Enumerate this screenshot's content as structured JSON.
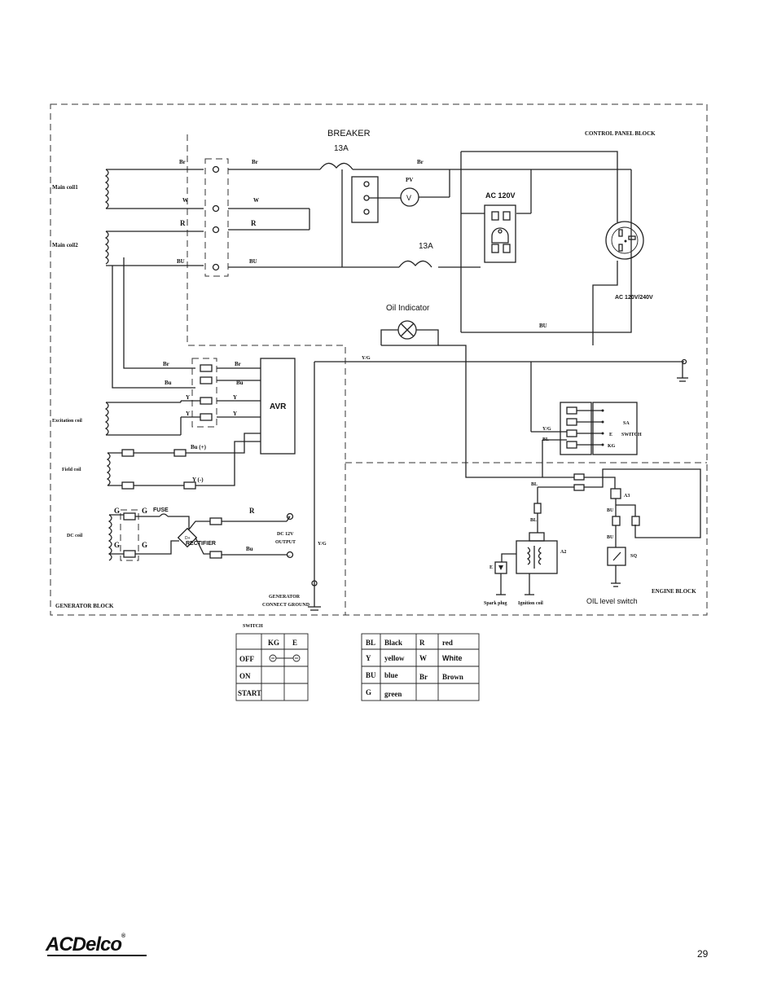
{
  "diagram": {
    "blocks": {
      "control_panel": "CONTROL PANEL BLOCK",
      "generator": "GENERATOR BLOCK",
      "engine": "ENGINE BLOCK"
    },
    "coils": {
      "main1": "Main coil1",
      "main2": "Main coil2",
      "excitation": "Excitation coil",
      "field": "Field coil",
      "dc": "DC coil"
    },
    "components": {
      "breaker": "BREAKER",
      "breaker_rating": "13A",
      "breaker2_rating": "13A",
      "pv": "PV",
      "voltmeter": "V",
      "ac120": "AC 120V",
      "ac120_240": "AC 120V/240V",
      "oil_indicator": "Oil Indicator",
      "avr": "AVR",
      "fuse": "FUSE",
      "rectifier": "RECTIFIER",
      "dc_output_1": "DC 12V",
      "dc_output_2": "OUTPUT",
      "generator_ground_1": "GENERATOR",
      "generator_ground_2": "CONNECT GROUND",
      "switch_sa": "SA",
      "switch_word": "SWITCH",
      "switch_e": "E",
      "switch_kg": "KG",
      "a3": "A3",
      "a2": "A2",
      "sq": "SQ",
      "spark_plug": "Spark plug",
      "ignition_coil": "Ignition coil",
      "oil_level_switch": "OIL level switch",
      "e_mark": "E"
    },
    "wires": {
      "br": "Br",
      "w": "W",
      "r": "R",
      "bu": "BU",
      "bu_lower": "Bu",
      "y": "Y",
      "g": "G",
      "yg": "Y/G",
      "bl": "BL",
      "bu_plus": "Bu (+)",
      "y_minus": "Y (-)",
      "plus": "+",
      "minus": "−"
    }
  },
  "switch_table": {
    "title": "SWITCH",
    "headers": [
      "",
      "KG",
      "E"
    ],
    "rows": [
      "OFF",
      "ON",
      "START"
    ]
  },
  "color_table": {
    "rows": [
      [
        "BL",
        "Black",
        "R",
        "red"
      ],
      [
        "Y",
        "yellow",
        "W",
        "White"
      ],
      [
        "BU",
        "blue",
        "Br",
        "Brown"
      ],
      [
        "G",
        "green",
        "",
        ""
      ]
    ]
  },
  "footer": {
    "logo": "ACDelco",
    "page_number": "29"
  }
}
